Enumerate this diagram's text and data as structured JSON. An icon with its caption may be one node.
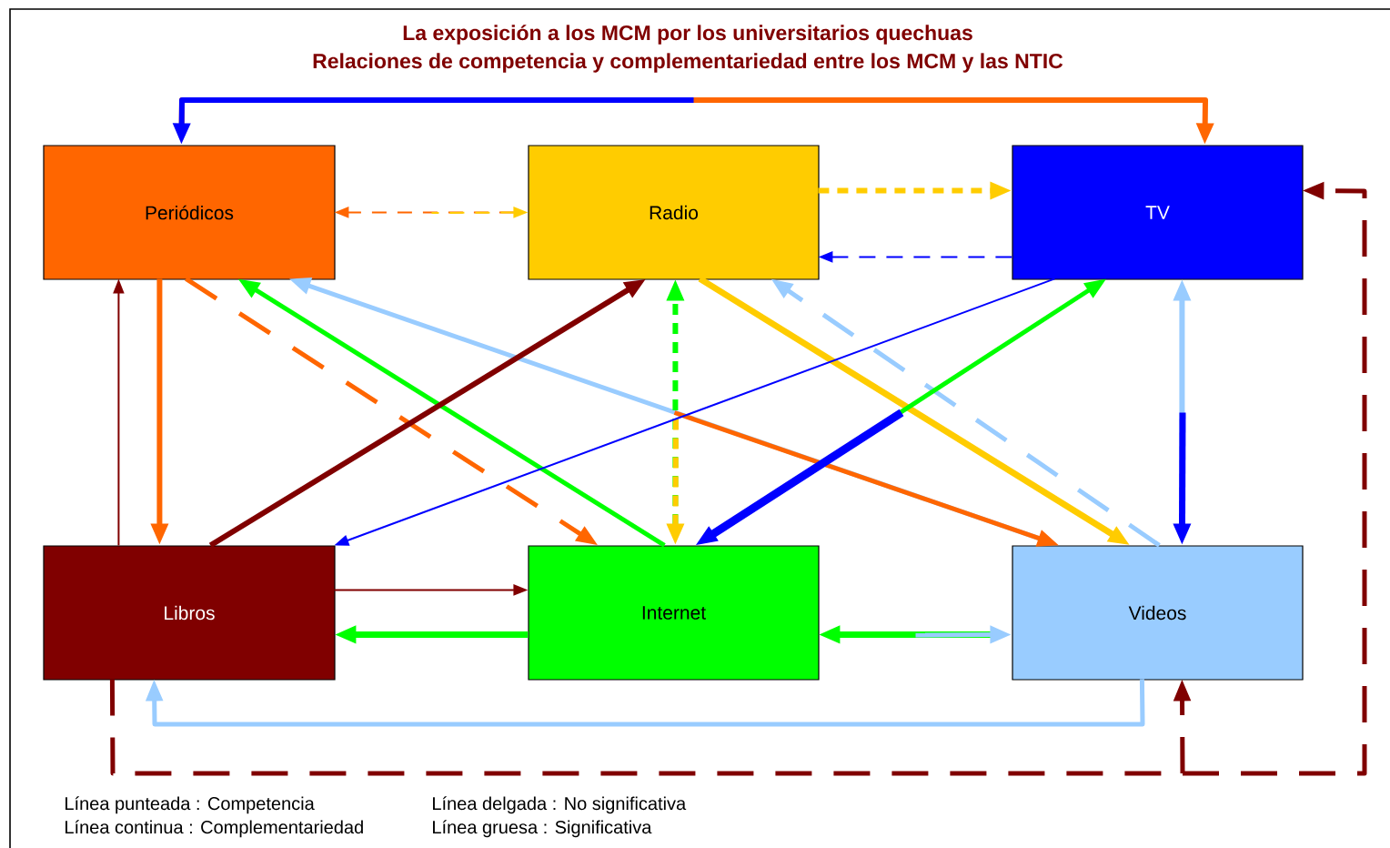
{
  "diagram": {
    "title": "La exposición a los MCM por los universitarios quechuas",
    "nodes": [
      {
        "text": [
          "Periódicos"
        ]
      },
      {
        "text": [
          "Radio"
        ]
      },
      {
        "text": [
          "TV"
        ]
      },
      {
        "text": [
          "Libros"
        ]
      },
      {
        "text": [
          "Internet"
        ]
      },
      {
        "text": [
          "Videos"
        ]
      }
    ],
    "edges": [
      {
        "from": 0,
        "to": 2,
        "arrow": "both",
        "color": "#ff6600"
      },
      {
        "from": 1,
        "to": 0,
        "arrow": "both",
        "style": "dashed",
        "color": "#ff6600"
      },
      {
        "from": 1,
        "to": 2,
        "arrow": "to",
        "style": "dashed",
        "color": "#ffcc00"
      },
      {
        "from": 2,
        "to": 1,
        "arrow": "to",
        "style": "dashed",
        "color": "#0000ff"
      },
      {
        "from": 0,
        "to": 3,
        "arrow": "to",
        "color": "#ff6600"
      },
      {
        "from": 3,
        "to": 0,
        "arrow": "to",
        "color": "#800000"
      },
      {
        "from": 0,
        "to": 4,
        "arrow": "to",
        "style": "dashed",
        "color": "#ff6600"
      },
      {
        "from": 4,
        "to": 0,
        "arrow": "to",
        "color": "#00ff00"
      },
      {
        "from": 5,
        "to": 0,
        "arrow": "both",
        "color": "#99ccff"
      },
      {
        "from": 3,
        "to": 1,
        "arrow": "to",
        "color": "#800000"
      },
      {
        "from": 4,
        "to": 1,
        "arrow": "both",
        "style": "dashed",
        "color": "#00ff00"
      },
      {
        "from": 1,
        "to": 5,
        "arrow": "to",
        "color": "#ffcc00"
      },
      {
        "from": 5,
        "to": 1,
        "arrow": "to",
        "style": "dashed",
        "color": "#99ccff"
      },
      {
        "from": 2,
        "to": 3,
        "arrow": "to",
        "color": "#0000ff"
      },
      {
        "from": 4,
        "to": 2,
        "arrow": "both",
        "color": "#00ff00"
      },
      {
        "from": 5,
        "to": 2,
        "arrow": "both",
        "color": "#99ccff"
      },
      {
        "from": 3,
        "to": 4,
        "arrow": "to",
        "color": "#800000"
      },
      {
        "from": 4,
        "to": 3,
        "arrow": "to",
        "color": "#00ff00"
      },
      {
        "from": 5,
        "to": 4,
        "arrow": "both",
        "color": "#00ff00"
      },
      {
        "from": 5,
        "to": 3,
        "arrow": "to",
        "color": "#99ccff"
      },
      {
        "from": 3,
        "to": 5,
        "arrow": "to",
        "style": "dashed",
        "color": "#800000"
      },
      {
        "from": 3,
        "to": 2,
        "arrow": "to",
        "style": "dashed",
        "color": "#800000"
      }
    ],
    "labels": [
      "Relaciones de competencia y complementariedad entre los MCM y las NTIC",
      "Línea punteada : Competencia",
      "Línea delgada : No significativa",
      "Línea continua : Complementariedad",
      "Línea gruesa : Significativa"
    ]
  }
}
